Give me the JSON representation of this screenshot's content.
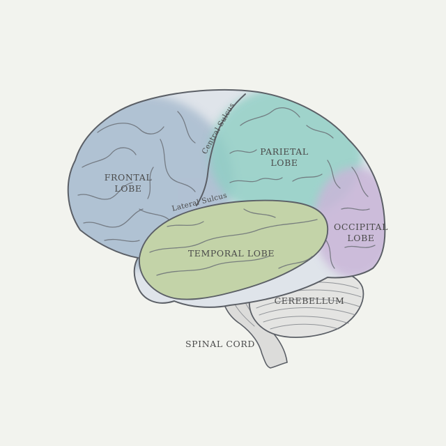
{
  "labels": {
    "frontal_line1": "FRONTAL",
    "frontal_line2": "LOBE",
    "parietal_line1": "PARIETAL",
    "parietal_line2": "LOBE",
    "occipital_line1": "OCCIPITAL",
    "occipital_line2": "LOBE",
    "temporal": "TEMPORAL LOBE",
    "cerebellum": "CEREBELLUM",
    "spinal_cord": "SPINAL CORD",
    "central_sulcus": "Central Sulcus",
    "lateral_sulcus": "Lateral Sulcus"
  },
  "colors": {
    "background": "#f2f3ee",
    "frontal": "#a9bccf",
    "parietal": "#8fcfc4",
    "occipital": "#c9b6d8",
    "temporal": "#c3d3a8",
    "cerebellum": "#e4e4e2",
    "outline": "#5b5f66"
  }
}
